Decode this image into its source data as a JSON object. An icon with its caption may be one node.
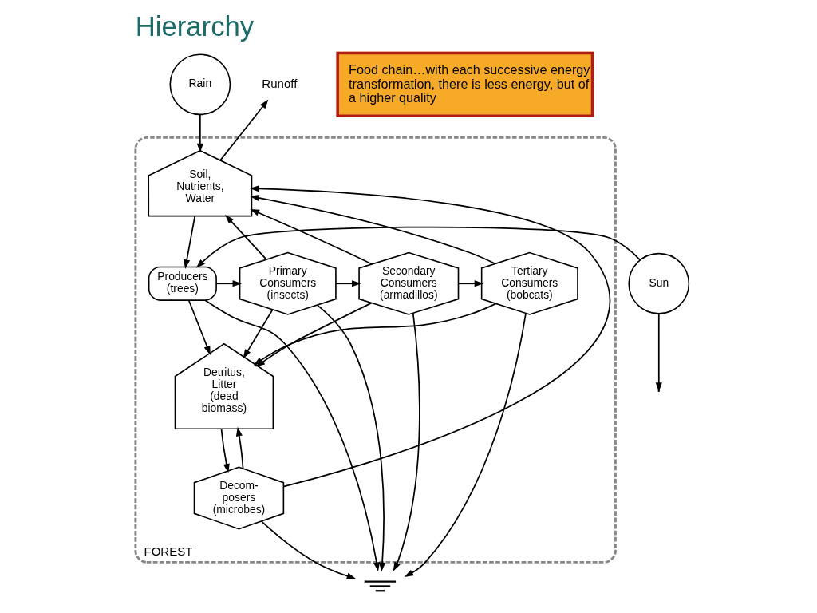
{
  "diagram": {
    "title": "Hierarchy",
    "nodes": [
      {
        "text": [
          "FOREST"
        ]
      },
      {
        "text": [
          "Rain"
        ]
      },
      {
        "text": [
          "Runoff"
        ]
      },
      {
        "text": [
          "Sun"
        ]
      },
      {
        "text": [
          "Soil, Nutrients, Water"
        ],
        "in": 0
      },
      {
        "text": [
          "Producers (trees)"
        ],
        "in": 0
      },
      {
        "text": [
          "Primary Consumers (insects)"
        ],
        "in": 0
      },
      {
        "text": [
          "Secondary Consumers (armadillos)"
        ],
        "in": 0
      },
      {
        "text": [
          "Tertiary Consumers (bobcats)"
        ],
        "in": 0
      },
      {
        "text": [
          "Detritus, Litter (dead biomass)"
        ],
        "in": 0
      },
      {
        "text": [
          "Decom- posers (microbes)"
        ],
        "in": 0
      },
      {
        "text": [],
        "shape": "ground"
      }
    ],
    "edges": [
      {
        "from": 1,
        "to": 4,
        "arrow": "to"
      },
      {
        "from": 4,
        "to": 2,
        "arrow": "to"
      },
      {
        "from": 4,
        "to": 5,
        "arrow": "to"
      },
      {
        "from": 3,
        "to": 5,
        "arrow": "to"
      },
      {
        "from": 3,
        "to": null,
        "arrow": "to"
      },
      {
        "from": 5,
        "to": 6,
        "arrow": "to"
      },
      {
        "from": 6,
        "to": 7,
        "arrow": "to"
      },
      {
        "from": 7,
        "to": 8,
        "arrow": "to"
      },
      {
        "from": 5,
        "to": 9,
        "arrow": "to"
      },
      {
        "from": 6,
        "to": 9,
        "arrow": "to"
      },
      {
        "from": 7,
        "to": 9,
        "arrow": "to"
      },
      {
        "from": 8,
        "to": 9,
        "arrow": "to"
      },
      {
        "from": 9,
        "to": 10,
        "arrow": "to"
      },
      {
        "from": 10,
        "to": 9,
        "arrow": "to"
      },
      {
        "from": 6,
        "to": 4,
        "arrow": "to"
      },
      {
        "from": 7,
        "to": 4,
        "arrow": "to"
      },
      {
        "from": 8,
        "to": 4,
        "arrow": "to"
      },
      {
        "from": 10,
        "to": 4,
        "arrow": "to"
      },
      {
        "from": 5,
        "to": 11,
        "arrow": "to"
      },
      {
        "from": 6,
        "to": 11,
        "arrow": "to"
      },
      {
        "from": 7,
        "to": 11,
        "arrow": "to"
      },
      {
        "from": 8,
        "to": 11,
        "arrow": "to"
      },
      {
        "from": 10,
        "to": 11,
        "arrow": "to"
      }
    ],
    "labels": [
      "Food chain…with each successive energy transformation, there is less energy, but of a higher quality"
    ]
  }
}
